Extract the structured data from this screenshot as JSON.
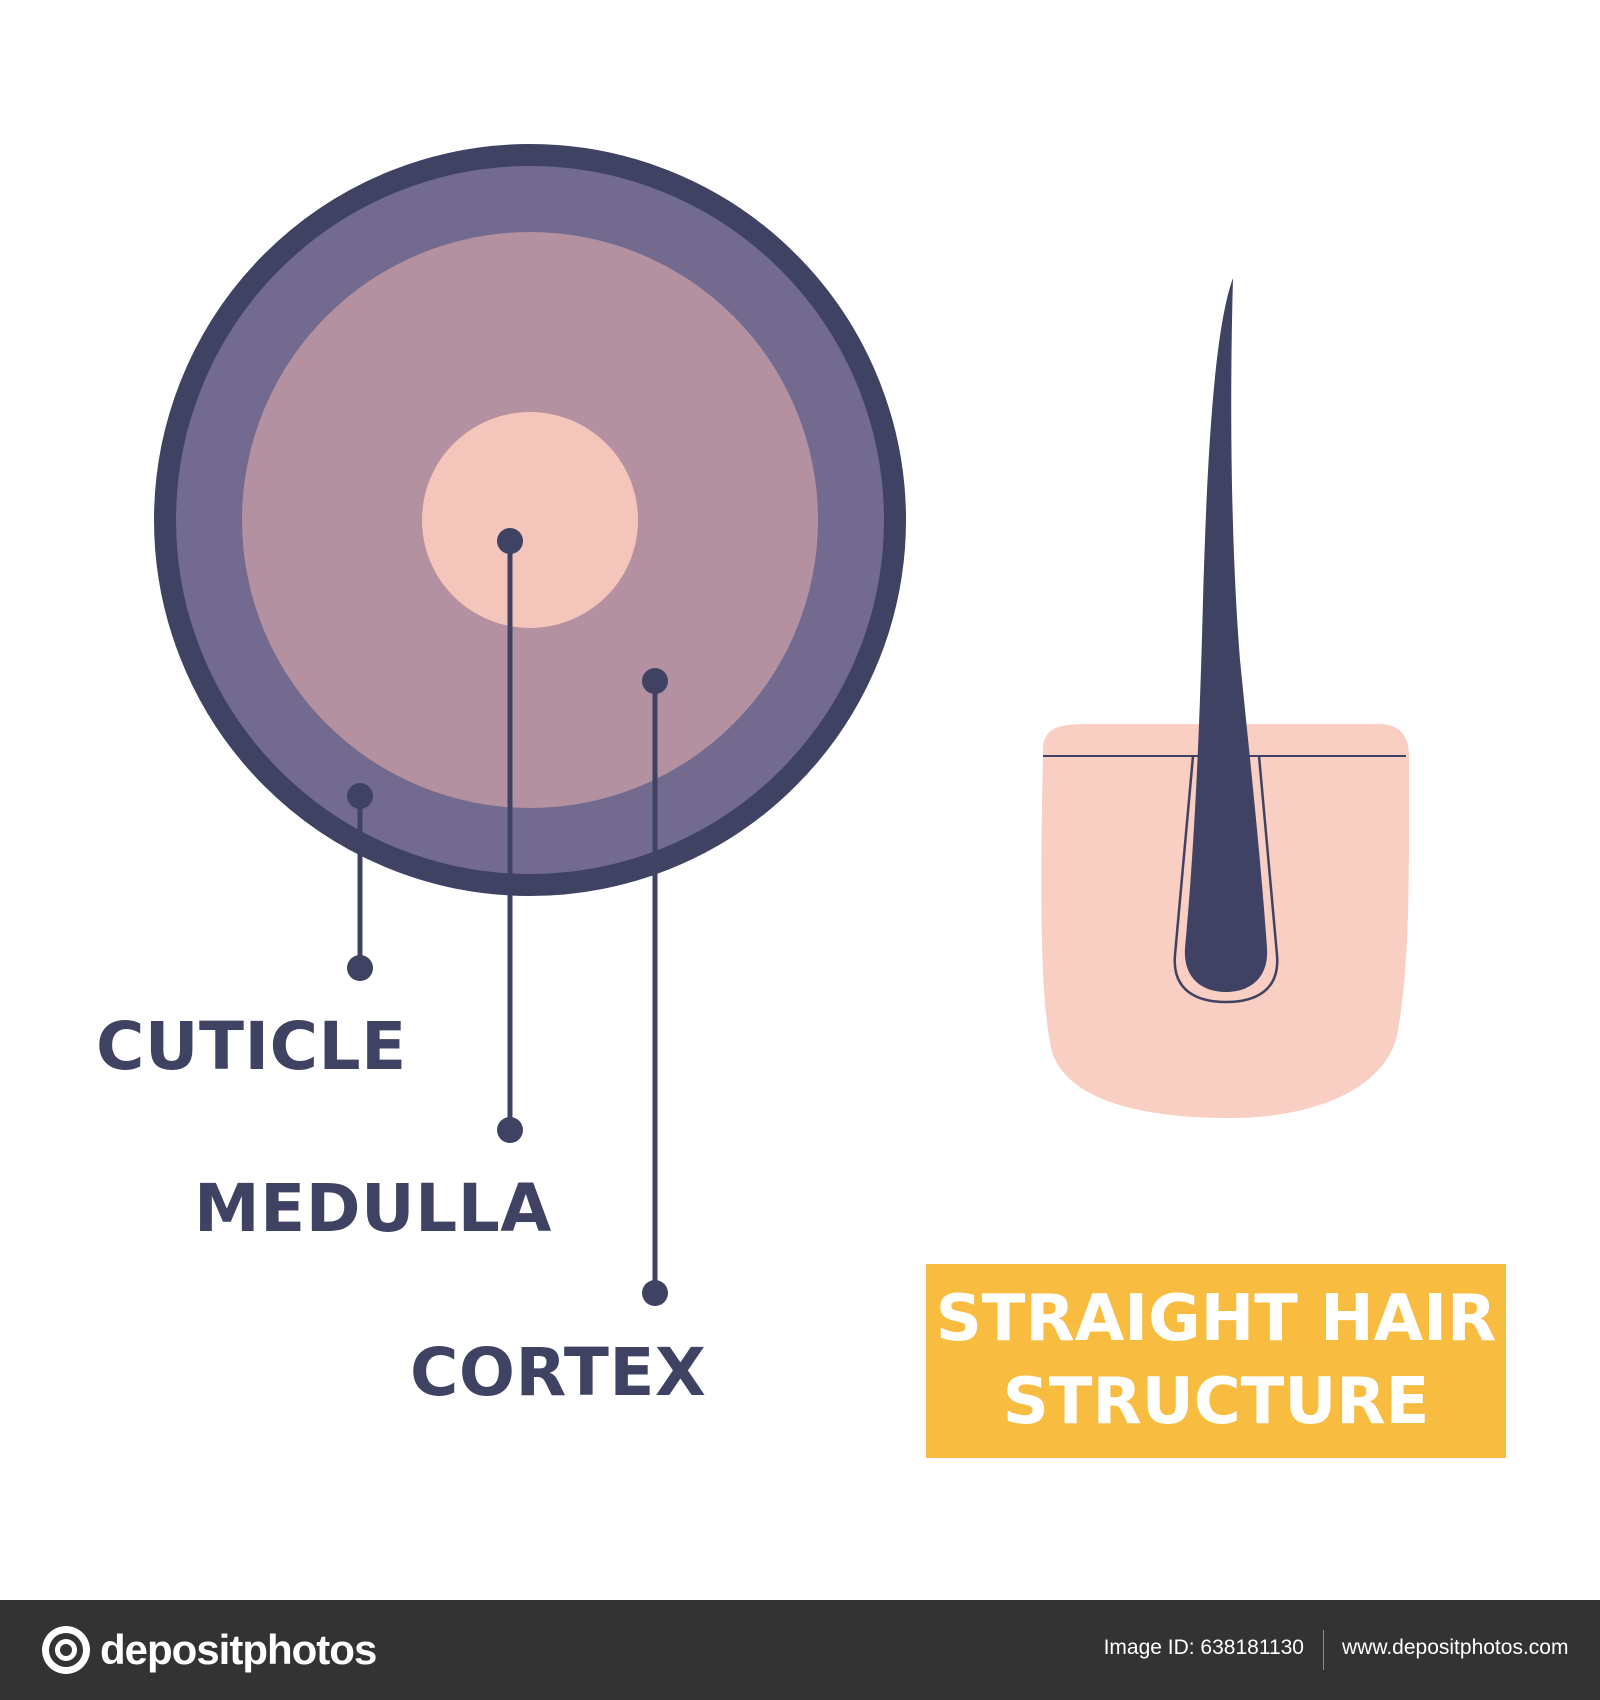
{
  "colors": {
    "cuticle_outline": "#3f4263",
    "cuticle_fill": "#726a8f",
    "cortex_fill": "#b391a1",
    "medulla_fill": "#f4c5ba",
    "leader_line": "#3f4263",
    "skin": "#f9cec3",
    "hair": "#3f4263",
    "title_background": "#f7bc40",
    "footer_background": "#333333"
  },
  "labels": {
    "cuticle": "CUTICLE",
    "medulla": "MEDULLA",
    "cortex": "CORTEX"
  },
  "title": {
    "line1": "STRAIGHT HAIR",
    "line2": "STRUCTURE"
  },
  "footer": {
    "logo_icon": "camera-lens-icon",
    "brand": "depositphotos",
    "image_id": "Image ID: 638181130",
    "url": "www.depositphotos.com"
  }
}
